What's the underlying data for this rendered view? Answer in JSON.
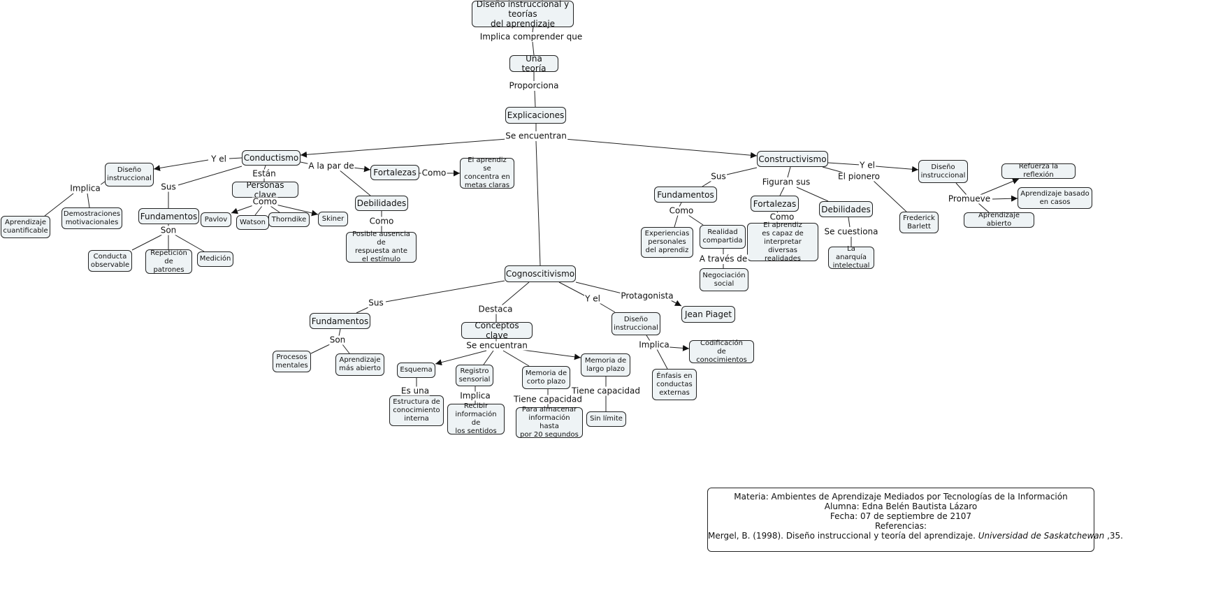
{
  "nodes": {
    "title": "Diseño instruccional y teorías\ndel aprendizaje",
    "una_teoria": "Una teoría",
    "explicaciones": "Explicaciones",
    "conductismo": "Conductismo",
    "constructivismo": "Constructivismo",
    "cognoscitivismo": "Cognoscitivismo",
    "di_conductismo": "Diseño\ninstruccional",
    "aprendizaje_cuantificable": "Aprendizaje\ncuantificable",
    "demostraciones": "Demostraciones\nmotivacionales",
    "fundamentos_conductismo": "Fundamentos",
    "personas_clave": "Personas clave",
    "pavlov": "Pavlov",
    "watson": "Watson",
    "thorndike": "Thorndike",
    "skiner": "Skiner",
    "fortalezas_conductismo": "Fortalezas",
    "metas_claras": "El aprendiz se\nconcentra en\nmetas claras",
    "debilidades_conductismo": "Debilidades",
    "posible_ausencia": "Posible ausencia de\nrespuesta ante\nel estímulo",
    "conducta_observable": "Conducta\nobservable",
    "repeticion": "Repetición\nde patrones",
    "medicion": "Medición",
    "fundamentos_constructivismo": "Fundamentos",
    "experiencias": "Experiencias\npersonales\ndel aprendiz",
    "realidad_compartida": "Realidad\ncompartida",
    "negociacion_social": "Negociación\nsocial",
    "fortalezas_constructivismo": "Fortalezas",
    "interpretar": "El aprendiz\nes capaz de\ninterpretar\ndiversas realidades",
    "debilidades_constructivismo": "Debilidades",
    "anarquia": "La anarquía\nintelectual",
    "frederick": "Frederick\nBarlett",
    "di_constructivismo": "Diseño\ninstruccional",
    "refuerza": "Refuerza la reflexión",
    "basado_casos": "Aprendizaje basado\nen casos",
    "aprendizaje_abierto": "Aprendizaje abierto",
    "fundamentos_cognoscitivismo": "Fundamentos",
    "procesos_mentales": "Procesos\nmentales",
    "mas_abierto": "Aprendizaje\nmás abierto",
    "conceptos_clave": "Conceptos clave",
    "esquema": "Esquema",
    "registro_sensorial": "Registro\nsensorial",
    "memoria_corto": "Memoria de\ncorto plazo",
    "memoria_largo": "Memoria de\nlargo plazo",
    "estructura": "Estructura de\nconocimiento\ninterna",
    "recibir": "Recibir\ninformación de\nlos sentidos",
    "almacenar": "Para almacenar\ninformación hasta\npor 20 segundos",
    "sin_limite": "Sin límite",
    "di_cognoscitivismo": "Diseño\ninstruccional",
    "jean_piaget": "Jean Piaget",
    "codificacion": "Codificación\nde conocimientos",
    "enfasis": "Énfasis en\nconductas\nexternas"
  },
  "link_labels": [
    "Implica comprender que",
    "Proporciona",
    "Se encuentran",
    "Y el",
    "Están",
    "A la par de",
    "Implica",
    "Sus",
    "Como",
    "Son",
    "Como",
    "Como",
    "Sus",
    "Figuran sus",
    "El pionero",
    "Y el",
    "Como",
    "Como",
    "Se cuestiona",
    "A través de",
    "Promueve",
    "Sus",
    "Destaca",
    "Y el",
    "Protagonista",
    "Son",
    "Se encuentran",
    "Es una",
    "Implica",
    "Tiene capacidad",
    "Tiene capacidad",
    "Implica"
  ],
  "footer": {
    "materia": "Materia: Ambientes de Aprendizaje Mediados por Tecnologías de la Información",
    "alumna": "Alumna: Edna Belén Bautista Lázaro",
    "fecha": "Fecha: 07 de septiembre de 2107",
    "referencias": "Referencias:",
    "ref_start": "Mergel, B. (1998). Diseño instruccional y teoría del aprendizaje. ",
    "ref_italic": "Universidad de Saskatchewan",
    "ref_end": " ,35."
  },
  "colors": {
    "node_fill": "#eef3f5",
    "line": "#222222"
  }
}
